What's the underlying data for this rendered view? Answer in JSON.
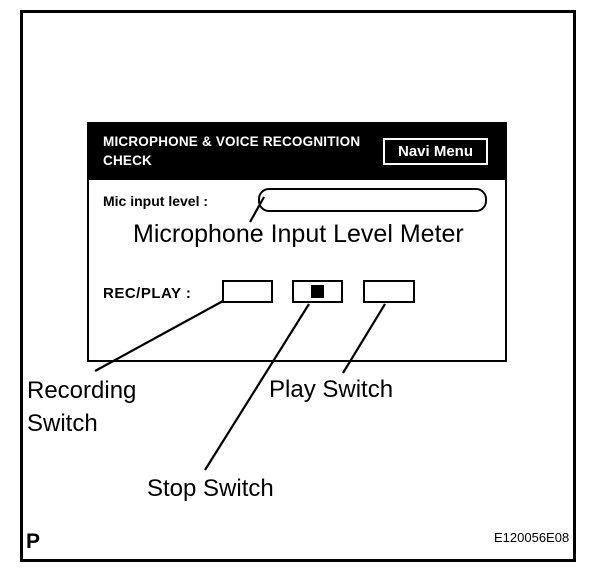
{
  "figure": {
    "page_marker": "P",
    "code": "E120056E08"
  },
  "screen": {
    "header": {
      "title_line1": "MICROPHONE & VOICE RECOGNITION",
      "title_line2": "CHECK",
      "navi_menu_button": "Navi Menu"
    },
    "mic_input": {
      "label": "Mic input level :"
    },
    "rec_play": {
      "label": "REC/PLAY :",
      "switches": [
        "recording",
        "stop",
        "play"
      ],
      "stop_icon": "filled-square"
    }
  },
  "annotations": {
    "meter_label": "Microphone Input Level Meter",
    "recording_label_line1": "Recording",
    "recording_label_line2": "Switch",
    "play_label": "Play Switch",
    "stop_label": "Stop Switch"
  },
  "colors": {
    "foreground": "#000000",
    "background": "#ffffff",
    "header_bg": "#000000",
    "header_text": "#ffffff"
  }
}
